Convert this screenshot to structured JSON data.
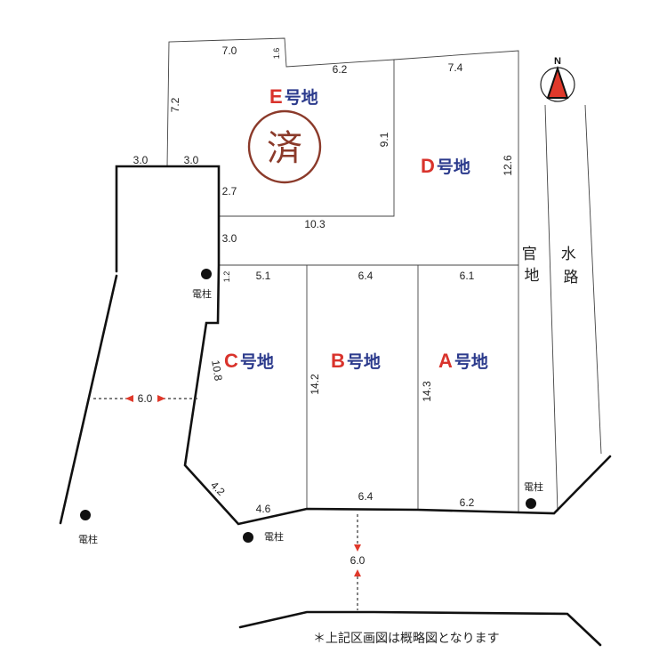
{
  "lots": {
    "A": {
      "letter": "A",
      "suffix": "号地"
    },
    "B": {
      "letter": "B",
      "suffix": "号地"
    },
    "C": {
      "letter": "C",
      "suffix": "号地"
    },
    "D": {
      "letter": "D",
      "suffix": "号地"
    },
    "E": {
      "letter": "E",
      "suffix": "号地",
      "stamp": "済"
    }
  },
  "dimensions": {
    "e_top_left": "7.0",
    "e_step": "1.6",
    "e_top_right": "6.2",
    "e_left": "7.2",
    "e_right": "9.1",
    "e_bottom": "10.3",
    "e_inner_side": "2.7",
    "d_top": "7.4",
    "d_right": "12.6",
    "stem_top_left": "3.0",
    "stem_top_right": "3.0",
    "stem_side": "3.0",
    "c_top_small": "1.2",
    "c_top": "5.1",
    "b_top": "6.4",
    "a_top": "6.1",
    "c_left": "10.8",
    "b_left": "14.2",
    "a_left": "14.3",
    "c_diag": "4.2",
    "c_bottom": "4.6",
    "b_bottom": "6.4",
    "a_bottom": "6.2",
    "road_west": "6.0",
    "road_south": "6.0"
  },
  "labels": {
    "kanchi": "官地",
    "suiro": "水路",
    "pole": "電柱",
    "north": "N",
    "note": "＊上記区画図は概略図となります"
  },
  "colors": {
    "letter_red": "#d9332c",
    "kanji_blue": "#2b3a8c",
    "stamp_brown": "#8b3a2a",
    "arrow_red": "#e0392b",
    "line": "#111111"
  }
}
